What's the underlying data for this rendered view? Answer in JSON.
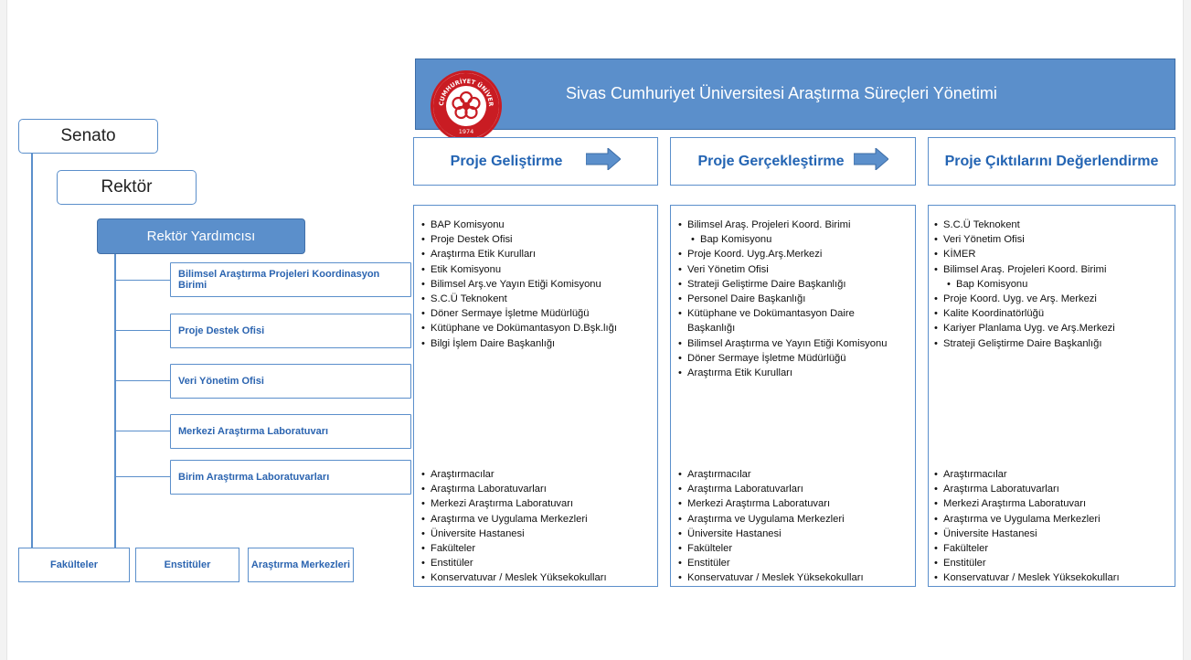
{
  "banner": {
    "title": "Sivas Cumhuriyet Üniversitesi  Araştırma Süreçleri Yönetimi",
    "seal_text": "SİVAS CUMHURİYET ÜNİVERSİTESİ",
    "seal_year": "1974",
    "background": "#5b8fcb"
  },
  "org": {
    "senato": "Senato",
    "rektor": "Rektör",
    "rektor_yardimcisi": "Rektör Yardımcısı",
    "units": [
      "Bilimsel Araştırma Projeleri  Koordinasyon  Birimi",
      "Proje  Destek Ofisi",
      "Veri Yönetim  Ofisi",
      "Merkezi Araştırma  Laboratuvarı",
      "Birim Araştırma  Laboratuvarları"
    ],
    "bottom": [
      "Fakülteler",
      "Enstitüler",
      "Araştırma Merkezleri"
    ]
  },
  "phases": [
    {
      "title": "Proje Geliştirme",
      "top_items": [
        "BAP Komisyonu",
        "Proje Destek Ofisi",
        "Araştırma Etik Kurulları",
        "Etik Komisyonu",
        "Bilimsel Arş.ve Yayın Etiği Komisyonu",
        "S.C.Ü Teknokent",
        "Döner Sermaye İşletme Müdürlüğü",
        "Kütüphane ve Dokümantasyon D.Bşk.lığı",
        "Bilgi İşlem Daire Başkanlığı"
      ],
      "bottom_items": [
        "Araştırmacılar",
        "Araştırma Laboratuvarları",
        "Merkezi Araştırma Laboratuvarı",
        "Araştırma ve Uygulama Merkezleri",
        "Üniversite Hastanesi",
        "Fakülteler",
        "Enstitüler",
        "Konservatuvar / Meslek Yüksekokulları"
      ]
    },
    {
      "title": "Proje Gerçekleştirme",
      "top_items": [
        "Bilimsel Araş. Projeleri Koord. Birimi",
        "Bap Komisyonu",
        "Proje Koord. Uyg.Arş.Merkezi",
        "Veri Yönetim Ofisi",
        "Strateji Geliştirme Daire Başkanlığı",
        "Personel Daire Başkanlığı",
        "Kütüphane ve Dokümantasyon Daire Başkanlığı",
        "Bilimsel Araştırma ve Yayın Etiği Komisyonu",
        "Döner Sermaye İşletme Müdürlüğü",
        "Araştırma Etik Kurulları"
      ],
      "bottom_items": [
        "Araştırmacılar",
        "Araştırma Laboratuvarları",
        "Merkezi Araştırma Laboratuvarı",
        "Araştırma ve Uygulama Merkezleri",
        "Üniversite Hastanesi",
        "Fakülteler",
        "Enstitüler",
        "Konservatuvar / Meslek Yüksekokulları"
      ]
    },
    {
      "title": "Proje Çıktılarını Değerlendirme",
      "top_items": [
        "S.C.Ü Teknokent",
        "Veri Yönetim Ofisi",
        "KİMER",
        "Bilimsel Araş. Projeleri Koord. Birimi",
        "Bap Komisyonu",
        "Proje Koord. Uyg. ve Arş. Merkezi",
        "Kalite Koordinatörlüğü",
        "Kariyer Planlama Uyg. ve Arş.Merkezi",
        "Strateji Geliştirme Daire Başkanlığı"
      ],
      "bottom_items": [
        "Araştırmacılar",
        "Araştırma Laboratuvarları",
        "Merkezi Araştırma Laboratuvarı",
        "Araştırma ve Uygulama Merkezleri",
        "Üniversite Hastanesi",
        "Fakülteler",
        "Enstitüler",
        "Konservatuvar / Meslek Yüksekokulları"
      ]
    }
  ],
  "colors": {
    "accent": "#5b8fcb",
    "title_blue": "#2364b3",
    "seal_red": "#c91c23"
  }
}
